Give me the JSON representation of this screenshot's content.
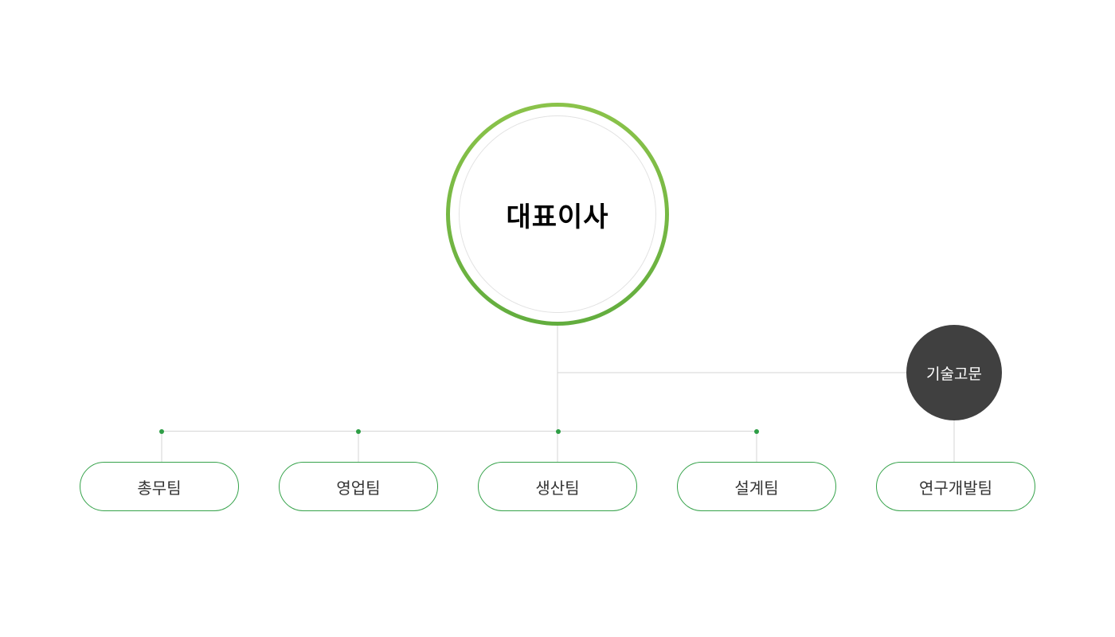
{
  "org_chart": {
    "ceo": {
      "label": "대표이사"
    },
    "advisor": {
      "label": "기술고문"
    },
    "teams": [
      {
        "label": "총무팀"
      },
      {
        "label": "영업팀"
      },
      {
        "label": "생산팀"
      },
      {
        "label": "설계팀"
      },
      {
        "label": "연구개발팀"
      }
    ]
  },
  "colors": {
    "ring_gradient_start": "#8bc34a",
    "ring_gradient_end": "#62ad3e",
    "team_border": "#35a24a",
    "connector_dot": "#2e9e46",
    "connector_line": "#d6d6d6",
    "advisor_fill": "#404040"
  }
}
